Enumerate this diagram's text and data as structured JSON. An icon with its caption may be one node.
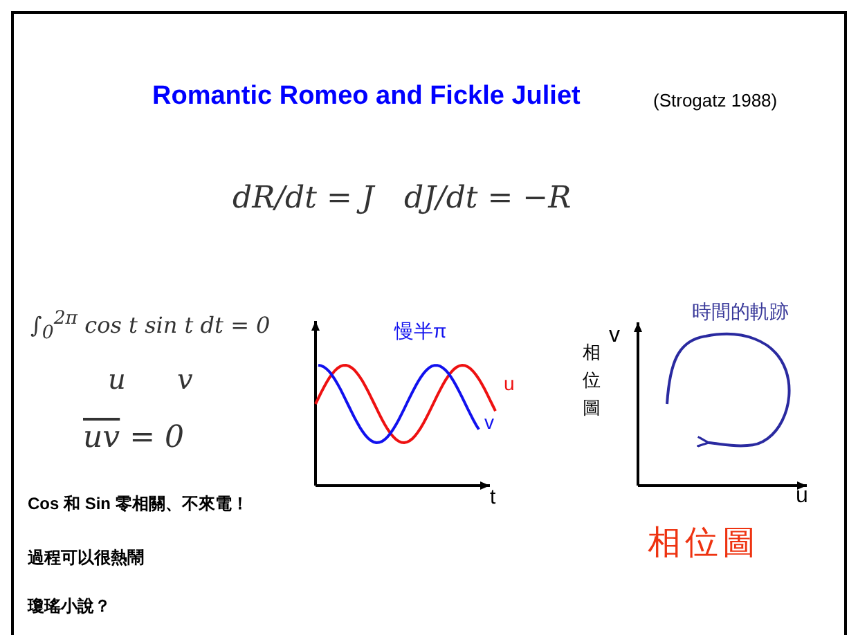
{
  "diagram": {
    "title": "Romantic Romeo and Fickle Juliet",
    "labels": [
      "(Strogatz 1988)",
      "dR/dt = J",
      "dJ/dt = −R",
      "∫$_{0}$$^{2π}$ cos t sin t dt = 0",
      "u",
      "v",
      "uv = 0",
      "慢半π",
      "u",
      "v",
      "t",
      "時間的軌跡",
      "相位圖",
      "v",
      "u",
      "相位圖",
      "Cos 和  Sin 零相關、不來電！",
      "過程可以很熱鬧",
      "瓊瑤小說？"
    ]
  }
}
